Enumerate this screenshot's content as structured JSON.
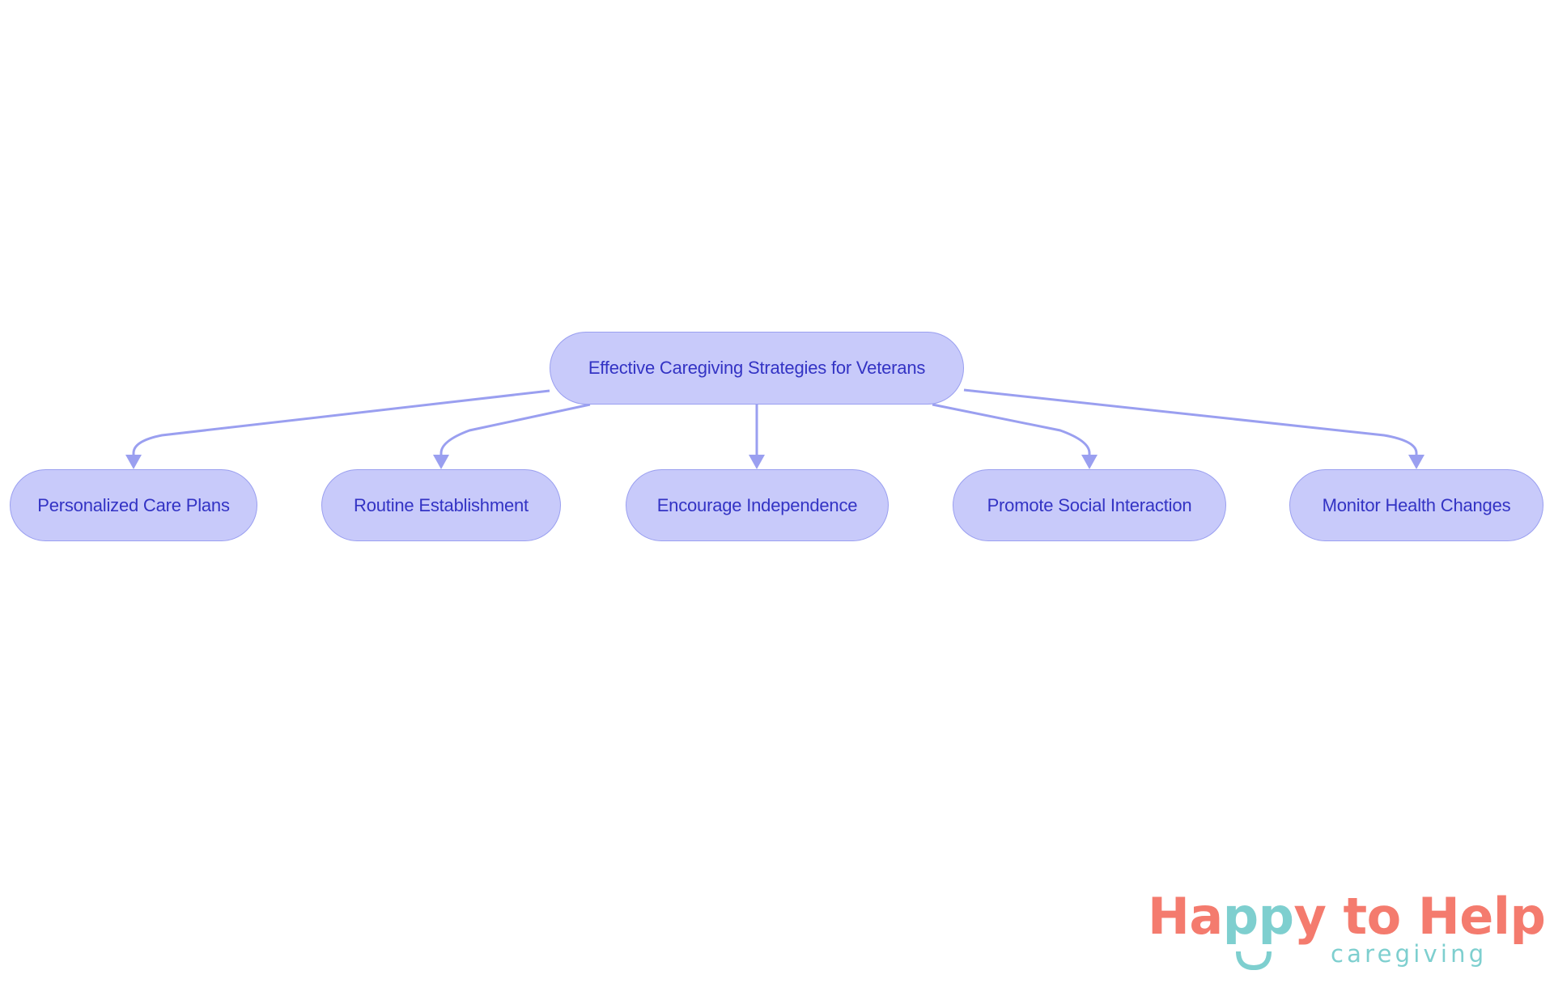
{
  "diagram": {
    "type": "flowchart-tree",
    "colors": {
      "node_fill": "#c8cafa",
      "node_border": "#9a9ff0",
      "node_text": "#3333c4",
      "edge": "#9a9ff0"
    },
    "root": {
      "id": "root",
      "label": "Effective Caregiving Strategies for Veterans"
    },
    "children": [
      {
        "id": "c1",
        "label": "Personalized Care Plans"
      },
      {
        "id": "c2",
        "label": "Routine Establishment"
      },
      {
        "id": "c3",
        "label": "Encourage Independence"
      },
      {
        "id": "c4",
        "label": "Promote Social Interaction"
      },
      {
        "id": "c5",
        "label": "Monitor Health Changes"
      }
    ],
    "edges": [
      {
        "from": "root",
        "to": "c1"
      },
      {
        "from": "root",
        "to": "c2"
      },
      {
        "from": "root",
        "to": "c3"
      },
      {
        "from": "root",
        "to": "c4"
      },
      {
        "from": "root",
        "to": "c5"
      }
    ]
  },
  "logo": {
    "part1": "Ha",
    "part2": "pp",
    "part3": "y to Help",
    "subtitle": "caregiving",
    "colors": {
      "coral": "#f47b6e",
      "teal": "#7ecfcf"
    }
  }
}
